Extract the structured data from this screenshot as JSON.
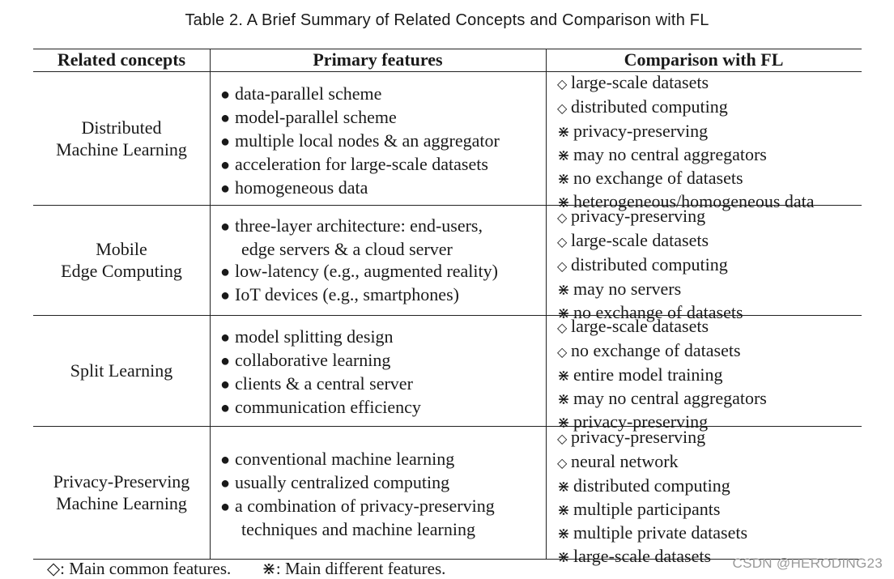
{
  "caption": "Table 2.  A Brief Summary of Related Concepts and Comparison with FL",
  "headers": {
    "concepts": "Related concepts",
    "features": "Primary features",
    "comparison": "Comparison with FL"
  },
  "symbols": {
    "bullet": "●",
    "common": "◇",
    "different": "⋇"
  },
  "rows": [
    {
      "concept": [
        "Distributed",
        "Machine Learning"
      ],
      "features": [
        "data-parallel scheme",
        "model-parallel scheme",
        "multiple local nodes & an aggregator",
        "acceleration for large-scale datasets",
        "homogeneous data"
      ],
      "comparison": [
        "large-scale datasets",
        "distributed computing",
        "privacy-preserving",
        "may no central aggregators",
        "no exchange of datasets",
        "heterogeneous/homogeneous data"
      ]
    },
    {
      "concept": [
        "Mobile",
        "Edge Computing"
      ],
      "features": [
        "three-layer architecture: end-users,",
        "edge servers & a cloud server",
        "low-latency (e.g., augmented reality)",
        "IoT devices (e.g., smartphones)"
      ],
      "comparison": [
        "privacy-preserving",
        "large-scale datasets",
        "distributed computing",
        "may no servers",
        "no exchange of datasets"
      ]
    },
    {
      "concept": [
        "Split Learning"
      ],
      "features": [
        "model splitting design",
        "collaborative learning",
        "clients & a central server",
        "communication efficiency"
      ],
      "comparison": [
        "large-scale datasets",
        "no exchange of datasets",
        "entire model training",
        "may no central aggregators",
        "privacy-preserving"
      ]
    },
    {
      "concept": [
        "Privacy-Preserving",
        "Machine Learning"
      ],
      "features": [
        "conventional machine learning",
        "usually centralized computing",
        "a combination of privacy-preserving",
        "techniques and machine learning"
      ],
      "comparison": [
        "privacy-preserving",
        "neural network",
        "distributed computing",
        "multiple participants",
        "multiple private datasets",
        "large-scale datasets"
      ]
    }
  ],
  "footnote": {
    "common": "◇: Main common features.",
    "different": "⋇: Main different features."
  },
  "watermark": "CSDN @HERODING23"
}
